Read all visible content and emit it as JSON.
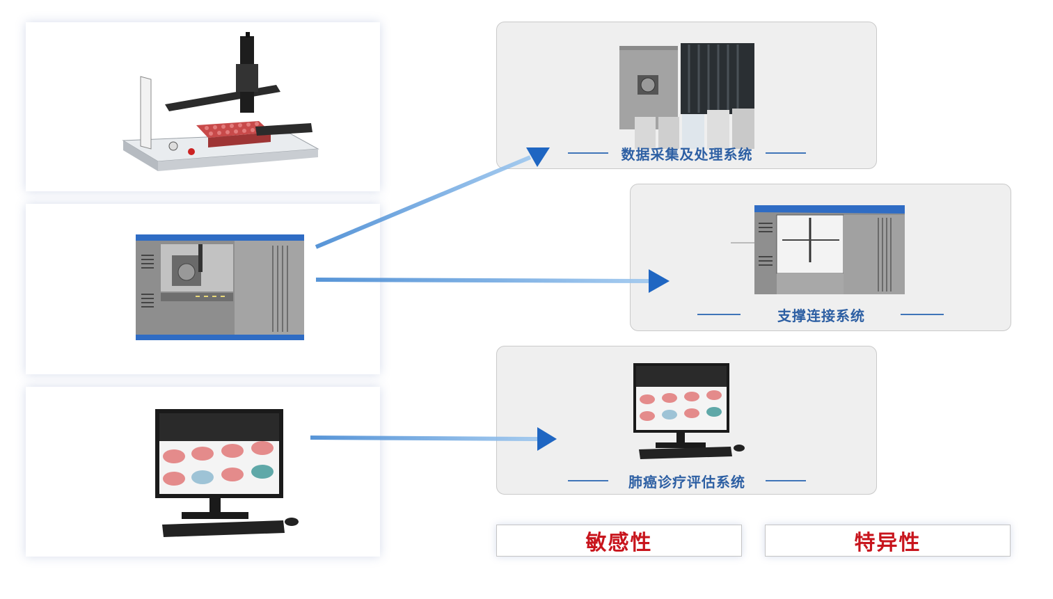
{
  "systems": [
    {
      "label": "数据采集及处理系统",
      "icon": "data-acquisition-hardware-icon"
    },
    {
      "label": "支撑连接系统",
      "icon": "support-enclosure-icon"
    },
    {
      "label": "肺癌诊疗评估系统",
      "icon": "computer-monitor-icon"
    }
  ],
  "equipment": [
    {
      "icon": "gantry-robot-sampler-icon"
    },
    {
      "icon": "enclosed-instrument-cabinet-icon"
    },
    {
      "icon": "desktop-computer-icon"
    }
  ],
  "metrics": [
    {
      "label": "敏感性"
    },
    {
      "label": "特异性"
    }
  ],
  "colors": {
    "accent_blue": "#2d5fa3",
    "arrow_blue": "#3a82d0",
    "cabinet_blue": "#2f6cc4",
    "metric_red": "#c8151d",
    "panel_bg": "#efefef"
  }
}
